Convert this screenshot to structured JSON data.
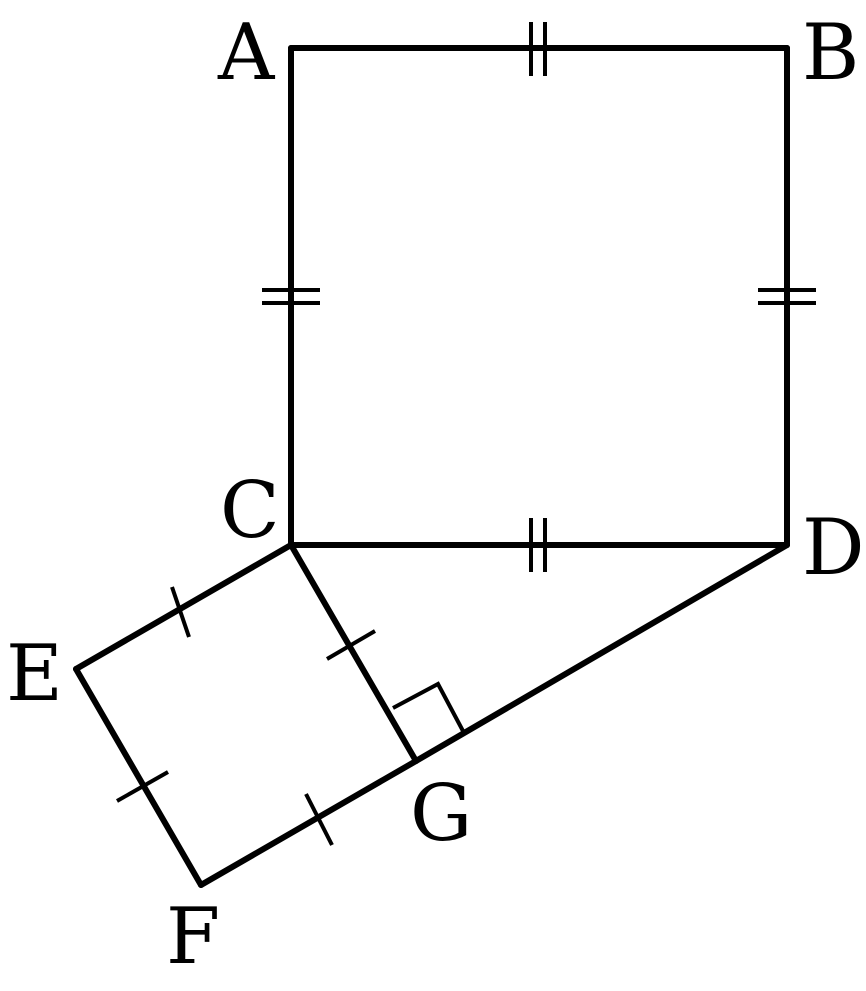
{
  "vertices": {
    "A": "A",
    "B": "B",
    "C": "C",
    "D": "D",
    "E": "E",
    "F": "F",
    "G": "G"
  },
  "marks": {
    "double_ticks": [
      "AB",
      "BD",
      "DC",
      "CA"
    ],
    "single_ticks": [
      "CE",
      "EF",
      "FG",
      "GC"
    ],
    "right_angle": "CGD"
  },
  "colors": {
    "stroke": "#000000",
    "background": "#ffffff"
  }
}
